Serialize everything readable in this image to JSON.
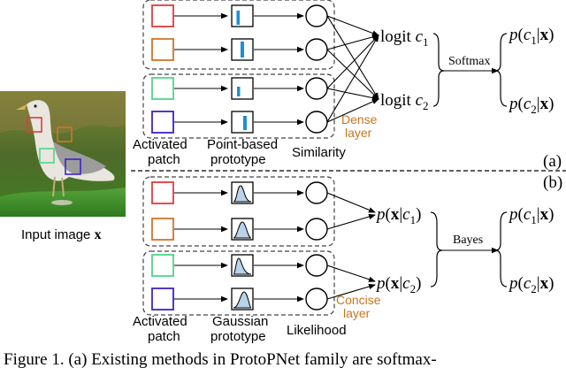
{
  "colors": {
    "red": "#e33a3a",
    "orange": "#d2742a",
    "green": "#4fd68a",
    "purple": "#3b24c9",
    "accent_text": "#c8761e",
    "proto_fill": "#b8d3ea",
    "bar": "#1d8fd6"
  },
  "input": {
    "label_text": "Input image ",
    "label_symbol": "x"
  },
  "panel_a": {
    "tag": "(a)",
    "col_patch": [
      "Activated",
      "patch"
    ],
    "col_proto": [
      "Point-based",
      "prototype"
    ],
    "col_sim": "Similarity",
    "layer": [
      "Dense",
      "layer"
    ],
    "logit_word": "logit",
    "logits": [
      "c1",
      "c2"
    ],
    "op": "Softmax",
    "outputs": [
      "p(c1|x)",
      "p(c2|x)"
    ]
  },
  "panel_b": {
    "tag": "(b)",
    "col_patch": [
      "Activated",
      "patch"
    ],
    "col_proto": [
      "Gaussian",
      "prototype"
    ],
    "col_sim": "Likelihood",
    "layer": [
      "Concise",
      "layer"
    ],
    "likelihoods": [
      "p(x|c1)",
      "p(x|c2)"
    ],
    "op": "Bayes",
    "outputs": [
      "p(c1|x)",
      "p(c2|x)"
    ]
  },
  "caption": "Figure 1. (a) Existing methods in ProtoPNet family are softmax-"
}
